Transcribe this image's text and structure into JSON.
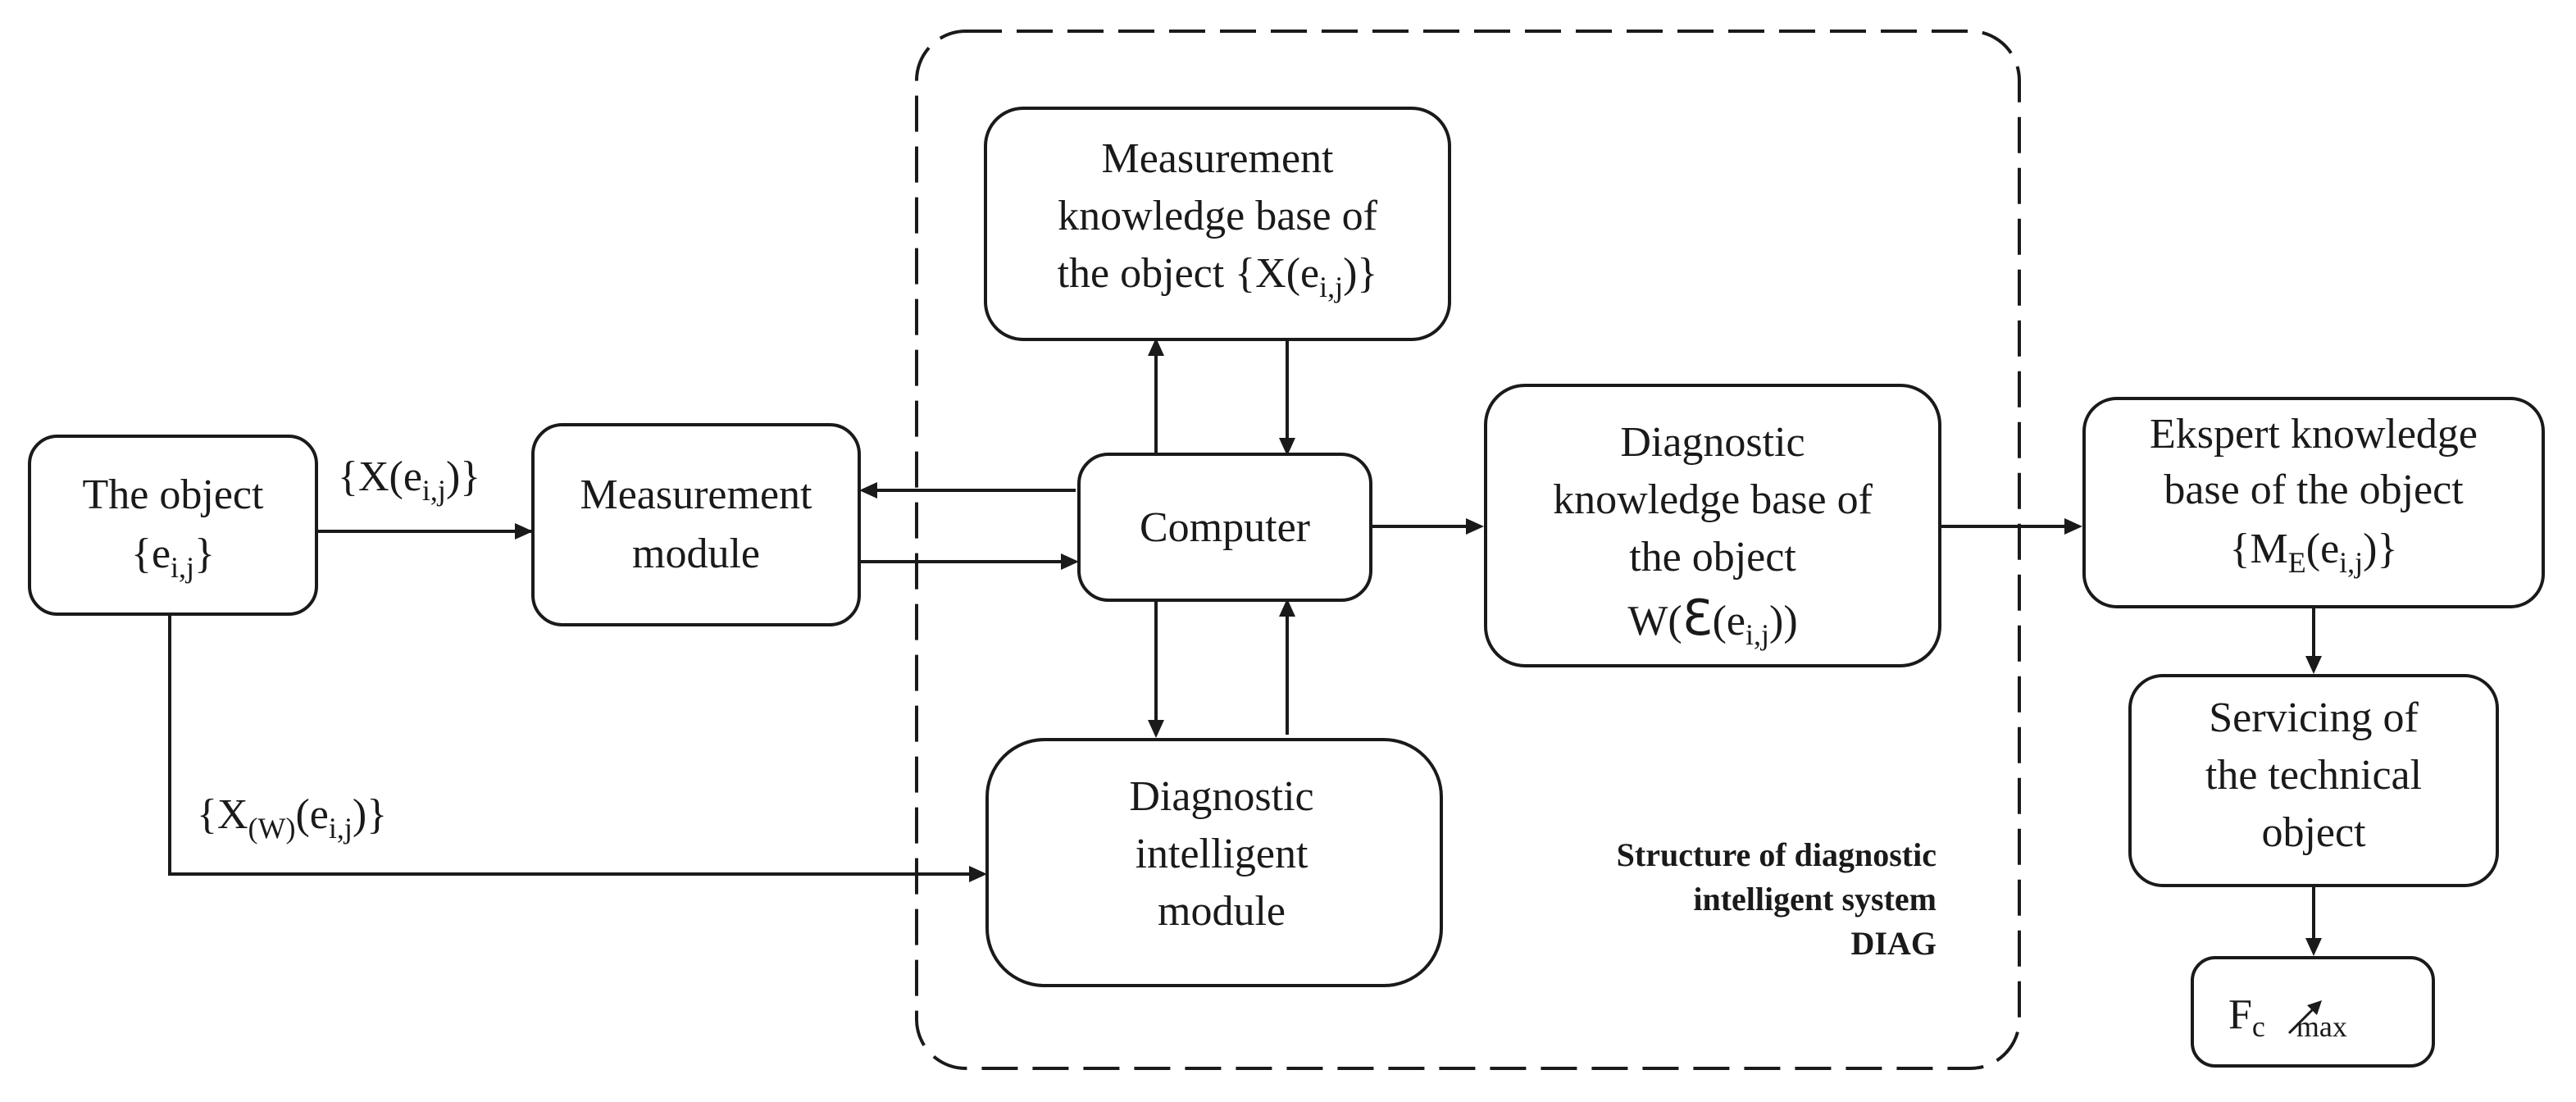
{
  "boxes": {
    "object": {
      "line1": "The object",
      "line2": "{e",
      "sub": "i,j",
      "line2_end": "}"
    },
    "measurement_module": {
      "line1": "Measurement",
      "line2": "module"
    },
    "computer": {
      "label": "Computer"
    },
    "measurement_kb": {
      "line1": "Measurement",
      "line2": "knowledge base of",
      "line3_pre": "the object {X(e",
      "sub": "i,j",
      "line3_post": ")}"
    },
    "diagnostic_module": {
      "line1": "Diagnostic",
      "line2": "intelligent",
      "line3": "module"
    },
    "diagnostic_kb": {
      "line1": "Diagnostic",
      "line2": "knowledge base of",
      "line3": "the object",
      "line4_pre": "W(",
      "epsilon": "ℇ",
      "line4_mid": "(e",
      "sub": "i,j",
      "line4_post": "))"
    },
    "expert_kb": {
      "line1": "Ekspert knowledge",
      "line2": "base of the object",
      "line3_pre": "{M",
      "sub_e": "E",
      "line3_mid": "(e",
      "sub": "i,j",
      "line3_post": ")}"
    },
    "servicing": {
      "line1": "Servicing of",
      "line2": "the technical",
      "line3": "object"
    },
    "fc_max": {
      "main": "F",
      "sub_c": "c",
      "sub_max": "max"
    }
  },
  "edge_labels": {
    "x_label": {
      "pre": "{X(e",
      "sub": "i,j",
      "post": ")}"
    },
    "xw_label": {
      "pre": "{X",
      "sub_w": "(W)",
      "mid": "(e",
      "sub": "i,j",
      "post": ")}"
    }
  },
  "system_caption": {
    "line1": "Structure of diagnostic",
    "line2": "intelligent system",
    "line3": "DIAG"
  }
}
